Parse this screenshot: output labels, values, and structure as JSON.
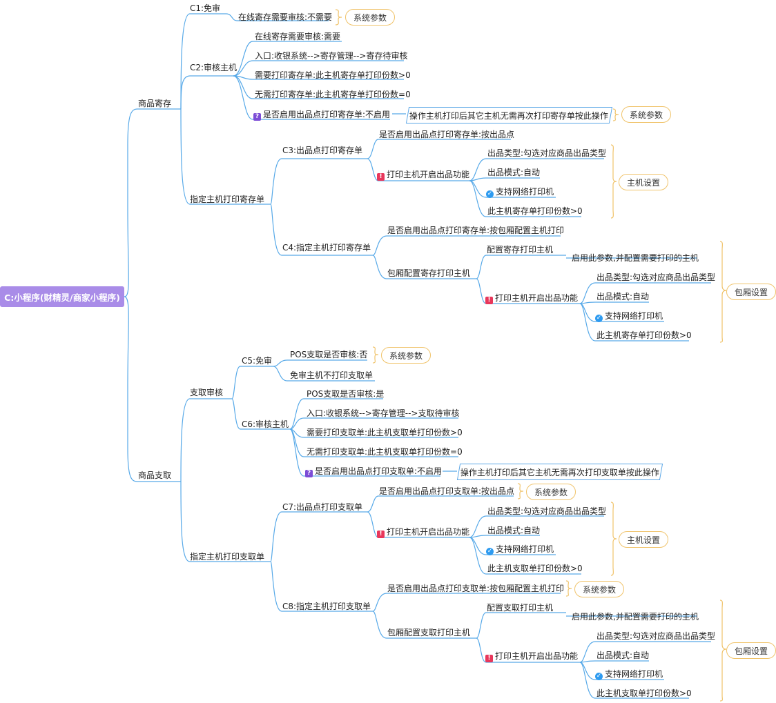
{
  "root": "C:小程序(财精灵/商家小程序)",
  "branches": {
    "storage": "商品寄存",
    "withdraw": "商品支取"
  },
  "storage": {
    "c1": {
      "label": "C1:免审",
      "item": "在线寄存需要审核:不需要",
      "tag": "系统参数"
    },
    "c2": {
      "label": "C2:审核主机",
      "items": [
        "在线寄存需要审核:需要",
        "入口:收银系统-->寄存管理-->寄存待审核",
        "需要打印寄存单:此主机寄存单打印份数>0",
        "无需打印寄存单:此主机寄存单打印份数=0",
        "是否启用出品点打印寄存单:不启用"
      ],
      "note": "操作主机打印后其它主机无需再次打印寄存单按此操作",
      "tag": "系统参数"
    },
    "assign": "指定主机打印寄存单",
    "c3": {
      "label": "C3:出品点打印寄存单",
      "item1": "是否启用出品点打印寄存单:按出品点",
      "item2": "打印主机开启出品功能",
      "subs": [
        "出品类型:勾选对应商品出品类型",
        "出品模式:自动",
        "支持网络打印机",
        "此主机寄存单打印份数>0"
      ],
      "tag": "主机设置"
    },
    "c4": {
      "label": "C4:指定主机打印寄存单",
      "item1": "是否启用出品点打印寄存单:按包厢配置主机打印",
      "item2": "包厢配置寄存打印主机",
      "config": "配置寄存打印主机",
      "config_sub": "启用此参数,并配置需要打印的主机",
      "func": "打印主机开启出品功能",
      "subs": [
        "出品类型:勾选对应商品出品类型",
        "出品模式:自动",
        "支持网络打印机",
        "此主机寄存单打印份数>0"
      ],
      "tag": "包厢设置"
    }
  },
  "withdraw": {
    "audit": "支取审核",
    "c5": {
      "label": "C5:免审",
      "item1": "POS支取是否审核:否",
      "item2": "免审主机不打印支取单",
      "tag": "系统参数"
    },
    "c6": {
      "label": "C6:审核主机",
      "items": [
        "POS支取是否审核:是",
        "入口:收银系统-->寄存管理-->支取待审核",
        "需要打印支取单:此主机支取单打印份数>0",
        "无需打印支取单:此主机支取单打印份数=0",
        "是否启用出品点打印支取单:不启用"
      ],
      "note": "操作主机打印后其它主机无需再次打印支取单按此操作"
    },
    "assign": "指定主机打印支取单",
    "c7": {
      "label": "C7:出品点打印支取单",
      "item1": "是否启用出品点打印支取单:按出品点",
      "tag1": "系统参数",
      "item2": "打印主机开启出品功能",
      "subs": [
        "出品类型:勾选对应商品出品类型",
        "出品模式:自动",
        "支持网络打印机",
        "此主机支取单打印份数>0"
      ],
      "tag": "主机设置"
    },
    "c8": {
      "label": "C8:指定主机打印支取单",
      "item1": "是否启用出品点打印支取单:按包厢配置主机打印",
      "tag1": "系统参数",
      "item2": "包厢配置支取打印主机",
      "config": "配置支取打印主机",
      "config_sub": "启用此参数,并配置需要打印的主机",
      "func": "打印主机开启出品功能",
      "subs": [
        "出品类型:勾选对应商品出品类型",
        "出品模式:自动",
        "支持网络打印机",
        "此主机支取单打印份数>0"
      ],
      "tag": "包厢设置"
    }
  },
  "colors": {
    "root_bg": "#a98ce8",
    "line": "#57a9e8",
    "tag_border": "#f0c36a",
    "note_border": "#5aa6e6"
  }
}
